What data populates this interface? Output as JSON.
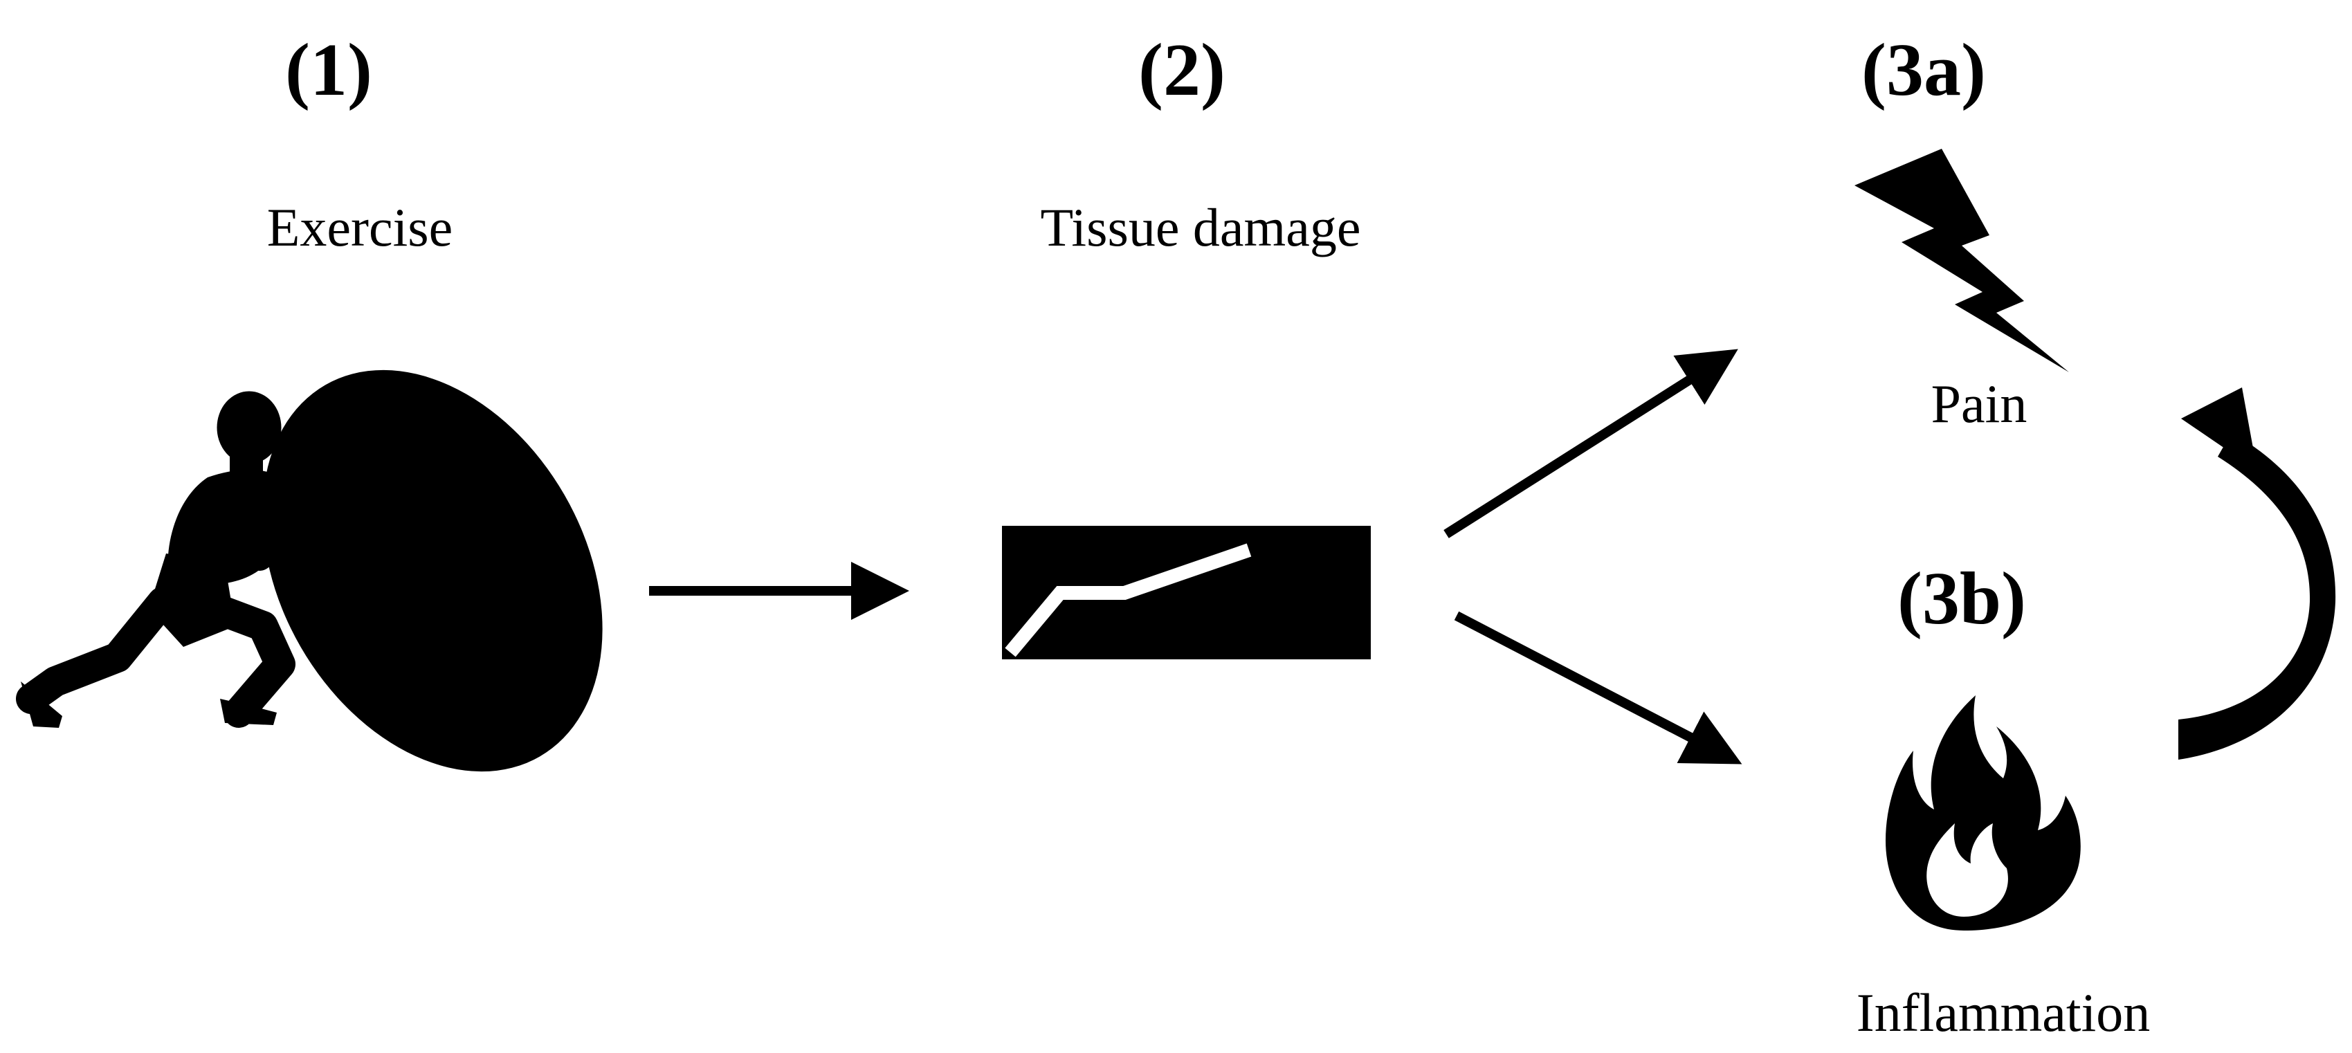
{
  "steps": {
    "exercise": {
      "number": "(1)",
      "label": "Exercise",
      "icon": "person-pushing-tire-icon"
    },
    "tissue_damage": {
      "number": "(2)",
      "label": "Tissue damage",
      "icon": "torn-tissue-icon"
    },
    "pain": {
      "number": "(3a)",
      "label": "Pain",
      "icon": "lightning-bolt-icon"
    },
    "inflammation": {
      "number": "(3b)",
      "label": "Inflammation",
      "icon": "flame-icon"
    }
  },
  "colors": {
    "foreground": "#000000",
    "background": "#ffffff"
  }
}
